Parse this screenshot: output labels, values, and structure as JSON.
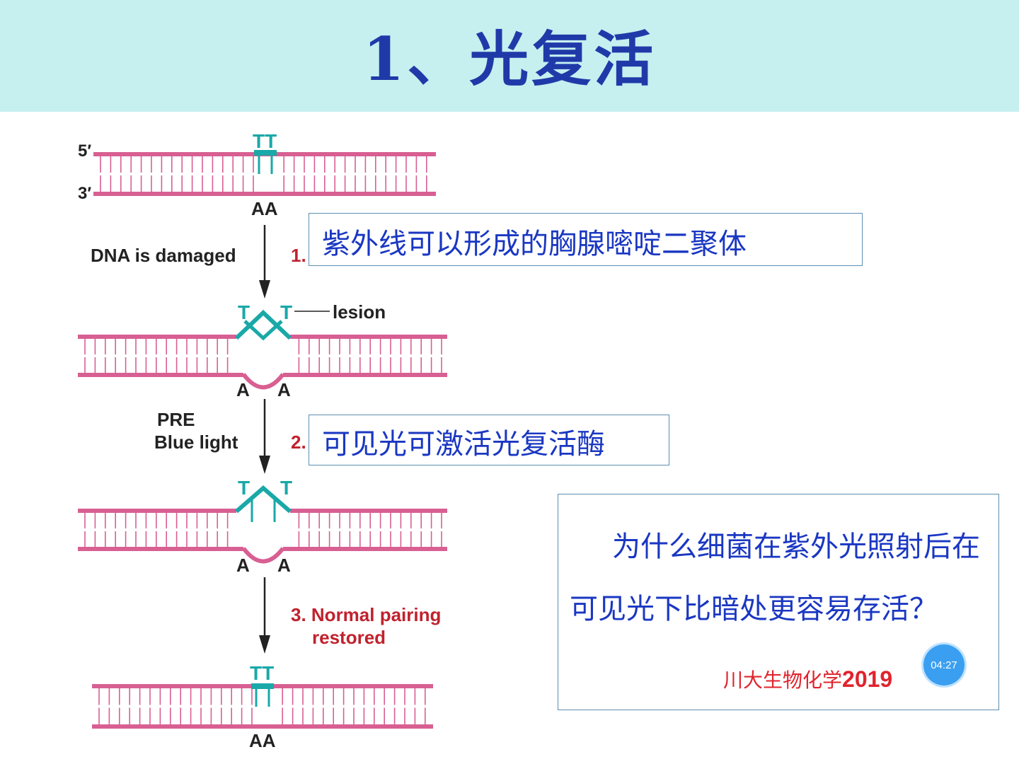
{
  "title": "1、光复活",
  "diagram": {
    "five_prime": "5′",
    "three_prime": "3′",
    "tt_top": "TT",
    "aa_top": "AA",
    "step1_label": "DNA is damaged",
    "step1_num": "1.",
    "lesion_label": "lesion",
    "t_left": "T",
    "t_right": "T",
    "a_left": "A",
    "a_right": "A",
    "pre_label": "PRE",
    "blue_light_label": "Blue light",
    "step2_num": "2.",
    "step3_line1": "3. Normal pairing",
    "step3_line2": "restored",
    "tt_bottom": "TT",
    "aa_bottom": "AA"
  },
  "callouts": {
    "uv_dimer": "紫外线可以形成的胸腺嘧啶二聚体",
    "visible_light": "可见光可激活光复活酶"
  },
  "question": {
    "text": "为什么细菌在紫外光照射后在可见光下比暗处更容易存活？"
  },
  "watermark": {
    "text": "川大生物化学",
    "year": "2019"
  },
  "timer": "04:27",
  "colors": {
    "header_bg": "#c6eff0",
    "title": "#1f3aa8",
    "strand": "#d85f92",
    "thymine": "#1aa8a8",
    "callout_text": "#1a37c2",
    "step_red": "#c0222e"
  }
}
